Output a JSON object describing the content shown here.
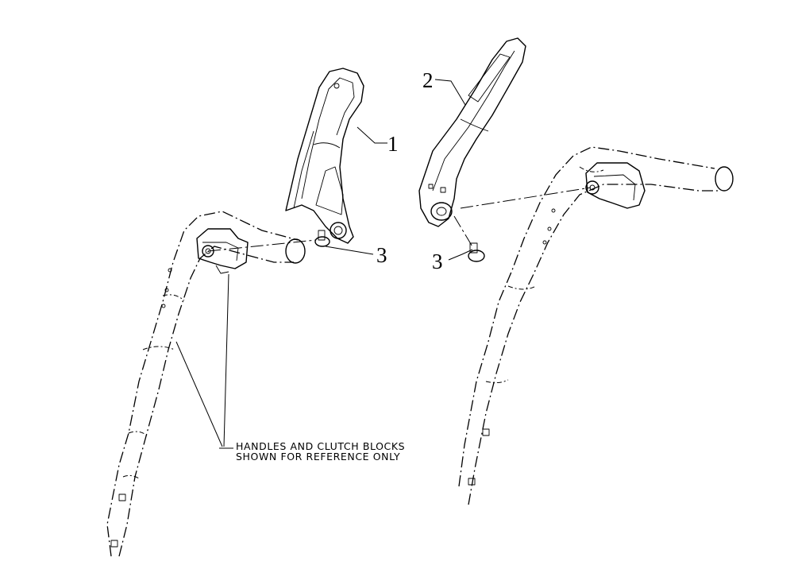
{
  "callouts": {
    "part_1": "1",
    "part_2": "2",
    "part_3_left": "3",
    "part_3_right": "3"
  },
  "note": {
    "line1": "HANDLES AND CLUTCH BLOCKS",
    "line2": "SHOWN FOR REFERENCE ONLY"
  },
  "colors": {
    "line": "#000000",
    "background": "#ffffff"
  }
}
